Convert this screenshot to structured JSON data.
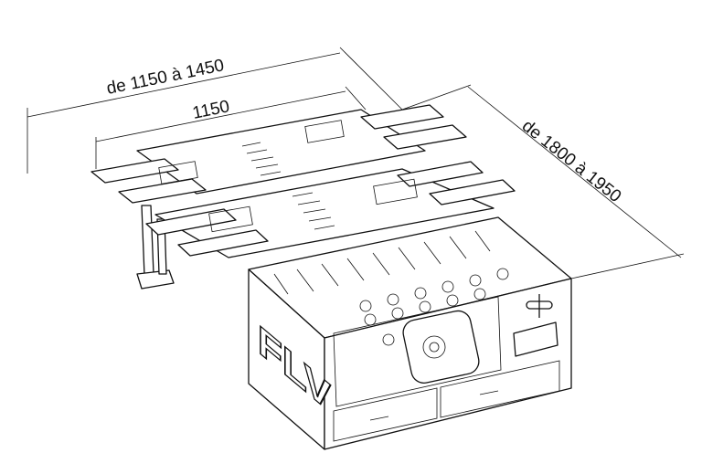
{
  "diagram": {
    "dimensions": {
      "width_range": "de 1150 à 1450",
      "width_base": "1150",
      "length_range": "de 1800 à 1950"
    },
    "logo_text": "FLV",
    "colors": {
      "line": "#111111",
      "background": "#ffffff"
    }
  }
}
